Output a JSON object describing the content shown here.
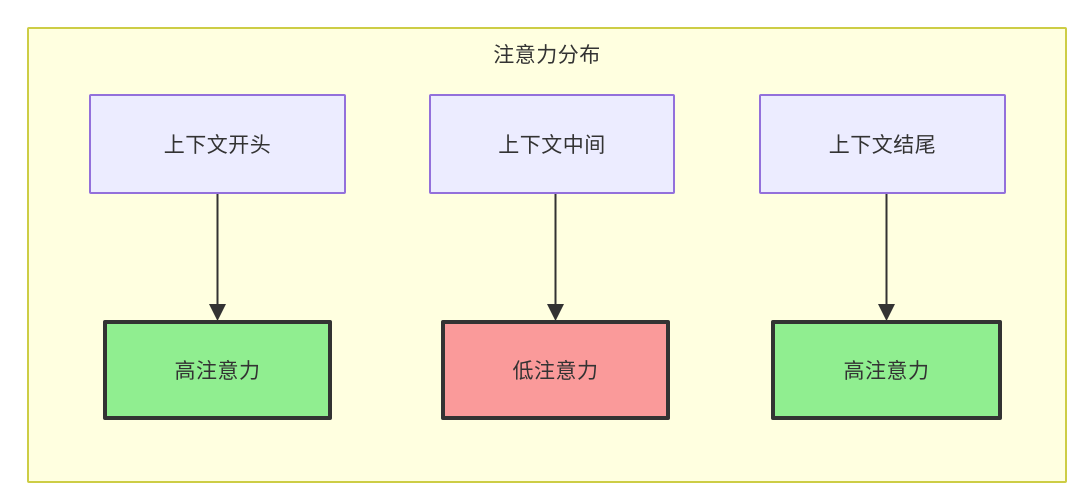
{
  "diagram": {
    "title": "注意力分布",
    "background_color": "#ffffe0",
    "border_color": "#cdcd45",
    "context_nodes": [
      {
        "id": "ctx-start",
        "label": "上下文开头",
        "fill": "#ececff",
        "stroke": "#9370db"
      },
      {
        "id": "ctx-middle",
        "label": "上下文中间",
        "fill": "#ececff",
        "stroke": "#9370db"
      },
      {
        "id": "ctx-end",
        "label": "上下文结尾",
        "fill": "#ececff",
        "stroke": "#9370db"
      }
    ],
    "attention_nodes": [
      {
        "id": "attn-high-start",
        "label": "高注意力",
        "fill": "#90ee90",
        "stroke": "#333333"
      },
      {
        "id": "attn-low-middle",
        "label": "低注意力",
        "fill": "#fa9a9a",
        "stroke": "#333333"
      },
      {
        "id": "attn-high-end",
        "label": "高注意力",
        "fill": "#90ee90",
        "stroke": "#333333"
      }
    ],
    "edges": [
      {
        "id": "edge-start",
        "from": "上下文开头",
        "to": "高注意力",
        "label": ""
      },
      {
        "id": "edge-middle",
        "from": "上下文中间",
        "to": "低注意力",
        "label": ""
      },
      {
        "id": "edge-end",
        "from": "上下文结尾",
        "to": "高注意力",
        "label": ""
      }
    ]
  }
}
